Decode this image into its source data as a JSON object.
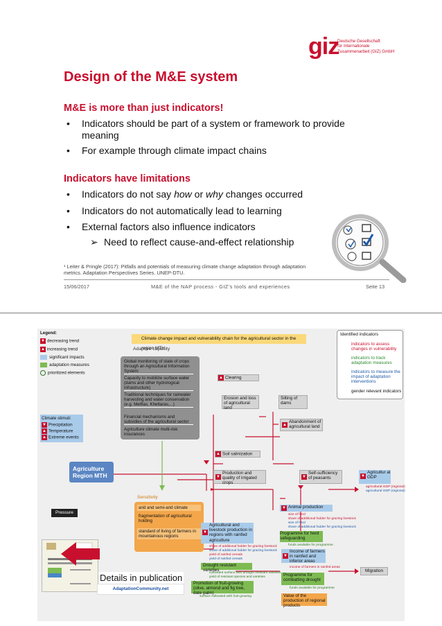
{
  "slide1": {
    "logo": {
      "mark": "giz",
      "org_lines": [
        "Deutsche Gesellschaft",
        "für Internationale",
        "Zusammenarbeit (GIZ) GmbH"
      ]
    },
    "title": "Design of the M&E system",
    "section1": {
      "heading": "M&E is more than just indicators!",
      "bullets": [
        "Indicators should be part of a system or framework to provide meaning",
        "For example through climate impact chains"
      ]
    },
    "section2": {
      "heading": "Indicators have limitations",
      "bullet1": {
        "a": "Indicators do not say ",
        "em1": "how",
        "b": " or ",
        "em2": "why",
        "c": " changes occurred"
      },
      "bullets": [
        "Indicators do not automatically lead to learning",
        "External factors also influence indicators"
      ],
      "sub_bullet": "Need to reflect cause-and-effect relationship"
    },
    "footnote": "¹ Leiter & Pringle (2017): Pitfalls and potentials of measuring climate change adaptation through adaptation metrics. Adaptation Perspectives Series. UNEP-DTU.",
    "footer": {
      "date": "15/06/2017",
      "center": "M&E of the NAP process - GIZ’s tools and experiences",
      "page": "Seite 13"
    }
  },
  "slide2": {
    "legend": {
      "title": "Legend:",
      "items": [
        "decreasing trend",
        "increasing trend",
        "significant impacts",
        "adaptation measures",
        "prioritized elements"
      ]
    },
    "chain_title": "Climate change impact and vulnerability chain for the agricultural sector in the region MTH",
    "identified": {
      "title": "Identified indicators",
      "items": [
        "indicators to assess changes in vulnerability",
        "indicators to track adaptation measures",
        "indicators to measure the impact of adaptation interventions",
        "gender relevant indicators"
      ]
    },
    "adaptive": {
      "title": "Adaptive capacity",
      "rows": [
        "Global monitoring of state of crops through an Agricultural Information System",
        "Capacity to mobilize surface water (dams and other hydrological infrastructure)",
        "Traditional techniques for rainwater harvesting and water conservation (e.g. Metfias, Khettaras,...)",
        "Financial mechanisms and subsidies of the agricultural sector",
        "Agriculture climate multi-risk insurances"
      ]
    },
    "stimuli": {
      "title": "Climate stimuli:",
      "items": [
        "Precipitation",
        "Temperature",
        "Extreme events"
      ]
    },
    "region": "Agriculture Region MTH",
    "pressure": "Pressure",
    "sensitivity": {
      "title": "Sensitivity",
      "rows": [
        "arid and semi-arid climate",
        "fragmentation of agricultural holding",
        "standard of living of farmers in mountainous regions"
      ]
    },
    "nodes": {
      "clearing": "Clearing",
      "erosion": "Erosion and loss of agricultural land",
      "silting": "Silting of dams",
      "abandonment": "Abandonment of agricultural land",
      "salinization": "Soil salinization",
      "production": "Production and quality of irrigated crops",
      "selfsuff": "Self-sufficiency of peasants",
      "gdp": "Agricultur al GDP",
      "animal": "Animal production",
      "livestock": "Agricultural and livestock production in regions with rainfed agriculture",
      "herd": "Programme for herd safeguarding",
      "income": "Income of farmers in rainfed and inferior areas",
      "migration": "Migration",
      "drought_var": "Drought resistant varieties",
      "fruit": "Promotion of fruit-growing (olive, almond and fig tree, date palm)",
      "combat": "Programme for combatting drought",
      "value": "Value of the production of regional products"
    },
    "indicators": {
      "gdp": [
        "agricultural GDP (regional)",
        "agricultural GDP (regional)"
      ],
      "animal": [
        "size of herd",
        "share of additional fodder for grazing livestock",
        "size of herd",
        "share of additional fodder for grazing livestock"
      ],
      "herd": [
        "funds available for programme"
      ],
      "livestock": [
        "share of additional fodder for grazing livestock",
        "share of additional fodder for grazing livestock",
        "yield of rainfed cereals",
        "yield of rainfed cereals"
      ],
      "income": [
        "income of farmers in rainfed areas"
      ],
      "drought_var": [
        "cultivated surface with drought resistant varieties",
        "yield of resistant species and varieties"
      ],
      "fruit": [
        "surface cultivated with fruit-growing"
      ],
      "combat": [
        "funds available for programme"
      ]
    },
    "details": "Details in publication",
    "adaptation_community": "AdaptationCommunity.net",
    "colors": {
      "red": "#c8102e",
      "green": "#7dbb52",
      "blue": "#5b86c3",
      "orange": "#f3a64a",
      "gray": "#909090"
    }
  }
}
